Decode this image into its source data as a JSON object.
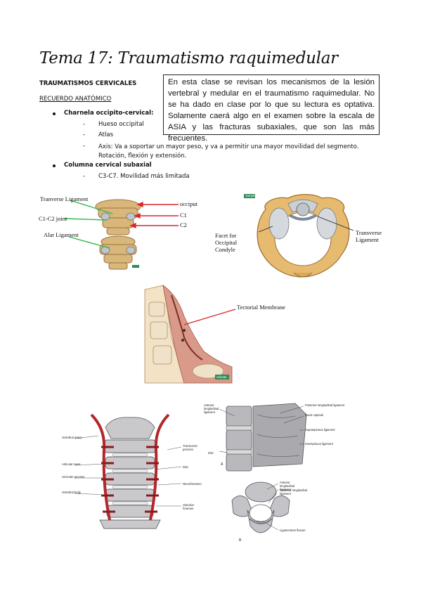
{
  "title": "Tema 17: Traumatismo raquimedular",
  "section_heading": "TRAUMATISMOS CERVICALES",
  "sub_heading": "RECUERDO ANATÓMICO",
  "note_box": "En esta clase se revisan los mecanismos de la lesión vertebral y medular en el traumatismo raquimedular. No se ha dado en clase por lo que su lectura es optativa. Solamente caerá algo en el examen sobre la escala de ASIA y las fracturas subaxiales, que son las más frecuentes.",
  "bullets": [
    {
      "label": "Charnela occipito-cervical:",
      "items": [
        "Hueso occipital",
        "Atlas",
        "Axis: Va a soportar un mayor peso, y va a permitir una mayor movilidad del segmento. Rotación, flexión y extensión."
      ]
    },
    {
      "label": "Columna cervical subaxial",
      "items": [
        "C3-C7. Movilidad más limitada"
      ]
    }
  ],
  "fig1": {
    "labels": {
      "transverse_ligament": "Tranverse Ligament",
      "joint": "C1-C2 joint",
      "alar": "Alar Ligament",
      "occiput": "occiput",
      "c1": "C1",
      "c2": "C2"
    }
  },
  "fig2": {
    "tag": "Sample",
    "labels": {
      "facet": "Facet for Occipital Condyle",
      "transverse": "Transverse Ligament"
    }
  },
  "fig3": {
    "tag": "Sobotta",
    "labels": {
      "tectorial": "Tectorial Membrane"
    }
  },
  "fig4": {
    "left_labels": [
      "Vertebral artery",
      "Articular mass",
      "Uncinate process",
      "Vertebral body"
    ],
    "right_labels": [
      "Transverse process",
      "Disc",
      "Neuroforamen",
      "Vascular foramen"
    ]
  },
  "fig5": {
    "a_labels": [
      "Anterior longitudinal ligament",
      "Disc"
    ],
    "a_right_labels": [
      "Posterior longitudinal ligament",
      "Facet capsule",
      "Supraspinous ligament",
      "Interspinous ligament"
    ],
    "a_marker": "A",
    "b_labels": [
      "Anterior longitudinal ligament",
      "Posterior longitudinal ligament",
      "Ligamentum flavum"
    ],
    "b_marker": "B"
  },
  "colors": {
    "bone": "#e9c98a",
    "bone_dark": "#b7864a",
    "arrow_red": "#d8262a",
    "arrow_green": "#2fb84a",
    "tag_green": "#2e8b57",
    "gray_bone": "#c9c9cc",
    "artery_red": "#b4262a",
    "membrane": "#c98a7a"
  }
}
